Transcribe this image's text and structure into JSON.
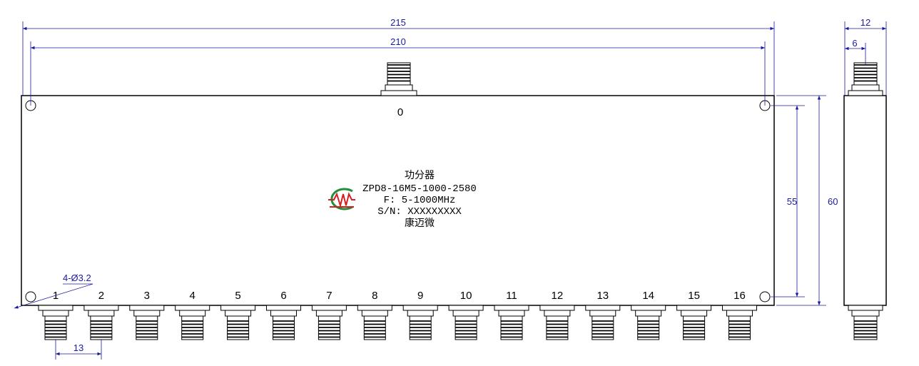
{
  "dimensions": {
    "overall_length": "215",
    "hole_spacing": "210",
    "side_width": "12",
    "connector_offset": "6",
    "hole_spacing_vertical": "55",
    "height": "60",
    "port_pitch": "13",
    "holes": "4-Ø3.2"
  },
  "input_port": "0",
  "output_ports": [
    "1",
    "2",
    "3",
    "4",
    "5",
    "6",
    "7",
    "8",
    "9",
    "10",
    "11",
    "12",
    "13",
    "14",
    "15",
    "16"
  ],
  "label": {
    "title": "功分器",
    "model": "ZPD8-16M5-1000-2580",
    "freq": "F: 5-1000MHz",
    "serial": "S/N: XXXXXXXXX",
    "brand": "康迈微"
  },
  "colors": {
    "dimension": "#1a1aa0",
    "outline": "#000000",
    "logo_red": "#d42020",
    "logo_green": "#1f8f3a"
  }
}
